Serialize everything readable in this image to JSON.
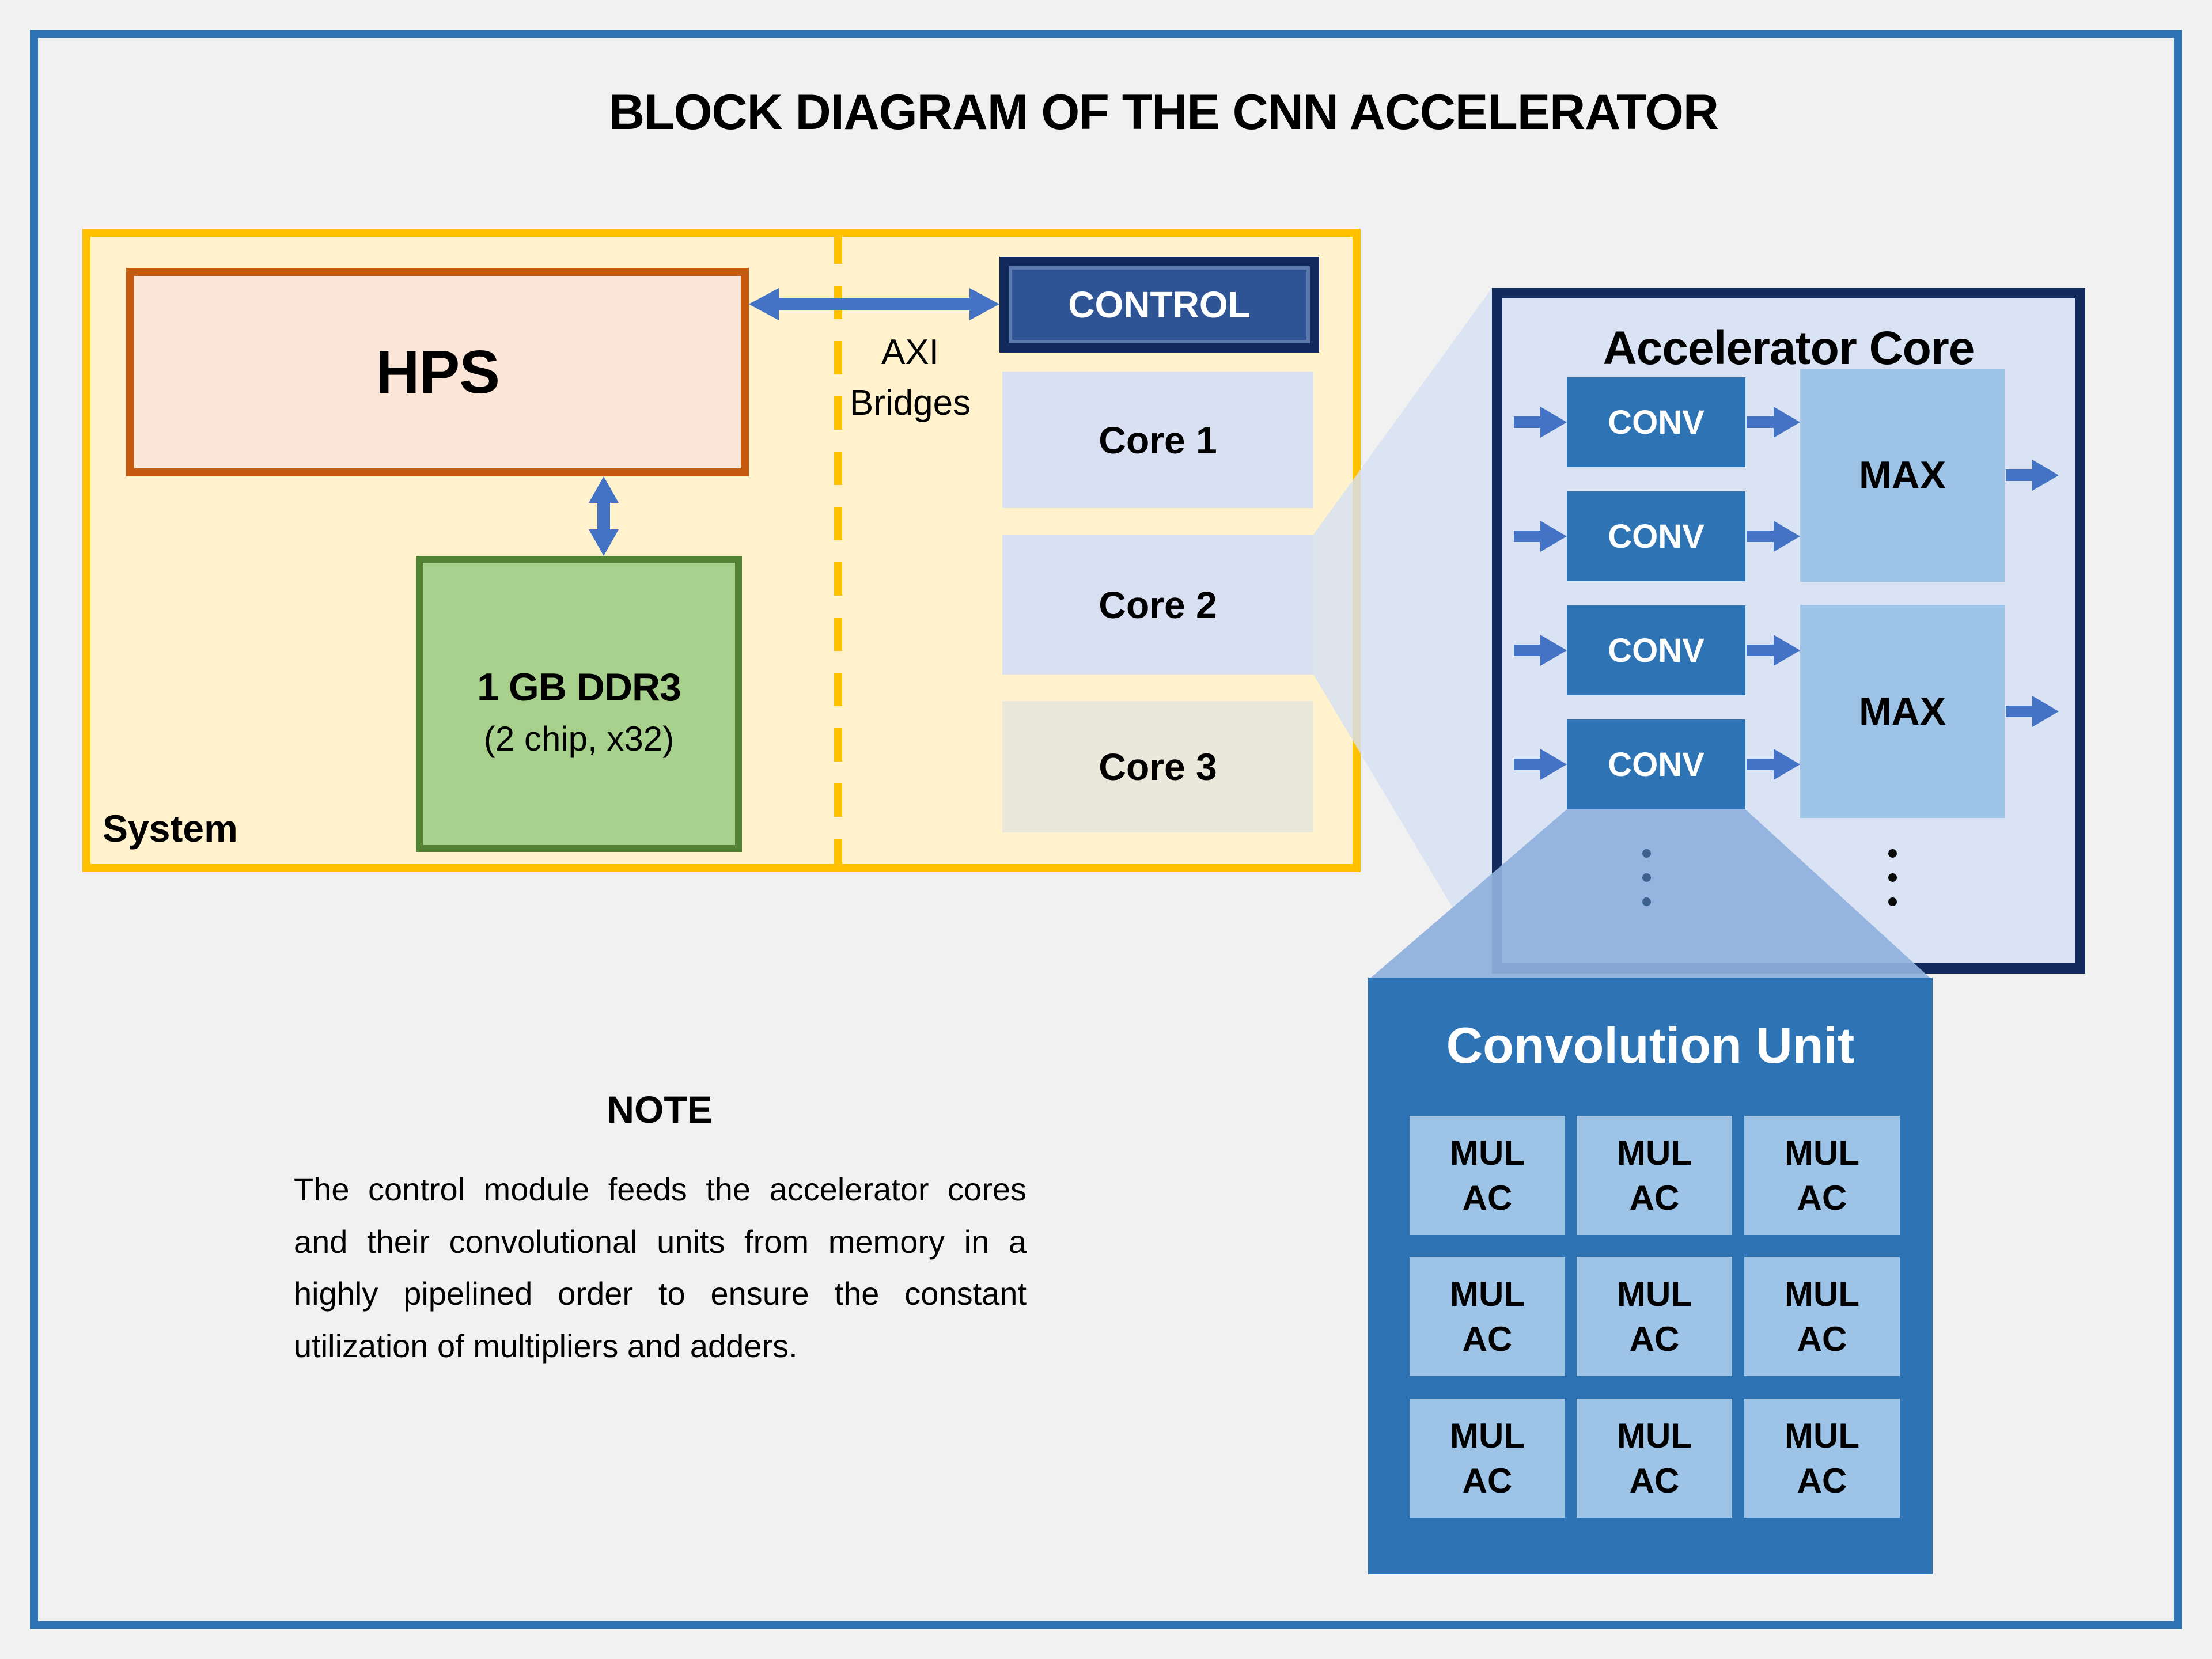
{
  "title": "BLOCK DIAGRAM OF THE CNN ACCELERATOR",
  "system": {
    "label": "System",
    "hps": "HPS",
    "memory_line1": "1 GB DDR3",
    "memory_line2": "(2 chip, x32)",
    "axi_line1": "AXI",
    "axi_line2": "Bridges",
    "control": "CONTROL",
    "cores": [
      "Core 1",
      "Core 2",
      "Core 3"
    ]
  },
  "accelerator_core": {
    "title": "Accelerator Core",
    "conv_units": [
      "CONV",
      "CONV",
      "CONV",
      "CONV"
    ],
    "pool_units": [
      "MAX",
      "MAX"
    ]
  },
  "convolution_unit": {
    "title": "Convolution Unit",
    "cells": [
      {
        "line1": "MUL",
        "line2": "AC"
      },
      {
        "line1": "MUL",
        "line2": "AC"
      },
      {
        "line1": "MUL",
        "line2": "AC"
      },
      {
        "line1": "MUL",
        "line2": "AC"
      },
      {
        "line1": "MUL",
        "line2": "AC"
      },
      {
        "line1": "MUL",
        "line2": "AC"
      },
      {
        "line1": "MUL",
        "line2": "AC"
      },
      {
        "line1": "MUL",
        "line2": "AC"
      },
      {
        "line1": "MUL",
        "line2": "AC"
      }
    ]
  },
  "note": {
    "heading": "NOTE",
    "body": "The control module feeds the accelerator cores and their convolutional units from memory in a highly pipelined order to ensure the constant utilization of multipliers and adders."
  },
  "colors": {
    "page-bg": "#F1F1F2",
    "frame": "#2E74B5",
    "system-fill": "#FFF2CC",
    "system-border": "#FFC000",
    "hps-fill": "#FBE5D6",
    "hps-border": "#C55A11",
    "mem-fill": "#A9D18E",
    "mem-border": "#538235",
    "control-fill": "#2F5496",
    "navy": "#122A5C",
    "core-fill": "#D9E0F1",
    "core3-fill": "#EAE7DB",
    "acc-fill": "#DAE3F3",
    "conv-blue": "#2E74B5",
    "light-blue": "#9DC3E6",
    "arrow": "#4472C4",
    "dot-slate": "#3D618F"
  }
}
